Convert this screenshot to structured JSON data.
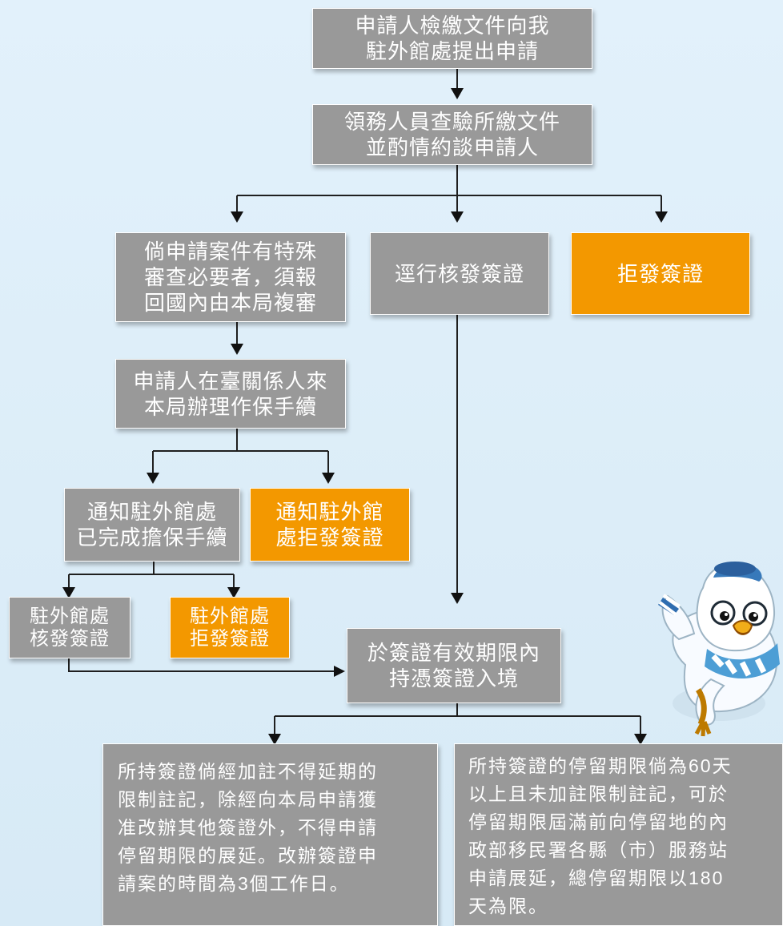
{
  "flowchart": {
    "nodes": {
      "apply": "申請人檢繳文件向我\n駐外館處提出申請",
      "review": "領務人員查驗所繳文件\n並酌情約談申請人",
      "special_review": "倘申請案件有特殊\n審查必要者，須報\n回國內由本局複審",
      "issue_directly": "逕行核發簽證",
      "refuse": "拒發簽證",
      "guarantee": "申請人在臺關係人來\n本局辦理作保手續",
      "notify_done": "通知駐外館處\n已完成擔保手續",
      "notify_refuse": "通知駐外館\n處拒發簽證",
      "mission_issue": "駐外館處\n核發簽證",
      "mission_refuse": "駐外館處\n拒發簽證",
      "entry": "於簽證有效期限內\n持憑簽證入境",
      "restricted_note": "所持簽證倘經加註不得延期的\n限制註記，除經向本局申請獲\n准改辦其他簽證外，不得申請\n停留期限的展延。改辦簽證申\n請案的時間為3個工作日。",
      "extension_note": "所持簽證的停留期限倘為60天\n以上且未加註限制註記，可於\n停留期限屆滿前向停留地的內\n政部移民署各縣（市）服務站\n申請展延，總停留期限以180\n天為限。"
    },
    "colors": {
      "gray": "#999999",
      "orange": "#f39800",
      "background": "#dcedf8"
    },
    "mascot_icon": "bird-mascot-icon"
  }
}
